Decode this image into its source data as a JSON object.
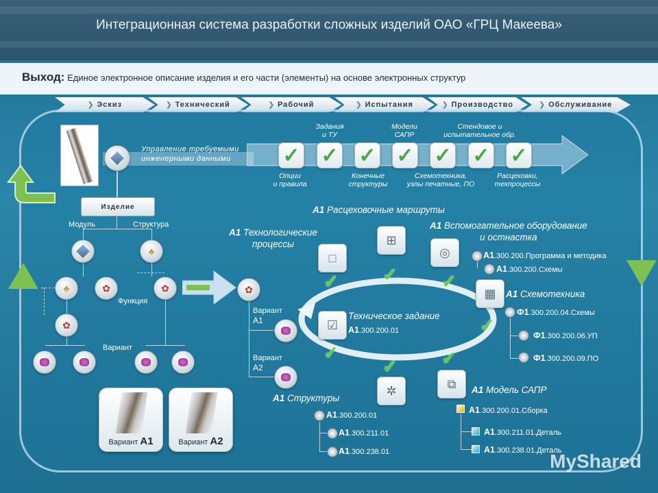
{
  "title": "Интеграционная система разработки сложных изделий ОАО «ГРЦ Макеева»",
  "output": {
    "label": "Выход:",
    "text": "Единое электронное описание изделия и его части (элементы) на основе электронных структур"
  },
  "stages": [
    "Эскиз",
    "Технический",
    "Рабочий",
    "Испытания",
    "Производство",
    "Обслуживание"
  ],
  "requirements": {
    "label_line1": "Управление требуемыми",
    "label_line2": "инженерными данными",
    "top_labels": [
      "Задания\nи ТУ",
      "Модели\nСАПР",
      "Стендовое и\nиспытательное обр."
    ],
    "bottom_labels": [
      "Опции\nи правила",
      "Конечные\nструктуры",
      "Схемотехника,\nузлы печатные, ПО",
      "Расцеховки,\nтехпроцессы"
    ],
    "check_mark": "✓"
  },
  "tree": {
    "root": "Изделие",
    "module": "Модуль",
    "structure": "Структура",
    "function": "Функция",
    "variant": "Вариант"
  },
  "variant_cards": [
    {
      "prefix": "Вариант",
      "code": "А1"
    },
    {
      "prefix": "Вариант",
      "code": "А2"
    }
  ],
  "center": {
    "variant_a1_line1": "Вариант",
    "variant_a1_line2": "А1",
    "variant_a2_line1": "Вариант",
    "variant_a2_line2": "А2"
  },
  "cycle": {
    "routes": {
      "code": "А1",
      "text": "Расцеховочные маршруты"
    },
    "tech_processes": {
      "code": "А1",
      "line1": "Технологические",
      "line2": "процессы"
    },
    "aux": {
      "code": "А1",
      "line1": "Вспомогательное оборудование",
      "line2": "и остнастка"
    },
    "tech_task": {
      "text": "Техническое задание",
      "code": "А1",
      "number": ".300.200.01"
    },
    "circuit": {
      "code": "А1",
      "text": "Схемотехника"
    },
    "cad_model": {
      "code": "А1",
      "text": "Модель САПР"
    },
    "structures": {
      "code": "А1",
      "text": "Структуры"
    }
  },
  "aux_items": [
    {
      "code": "А1",
      "text": ".300.200.Программа и методика"
    },
    {
      "code": "А1",
      "text": ".300.200.Схемы"
    }
  ],
  "circuit_items": [
    {
      "code": "Ф1",
      "text": ".300.200.04.Схемы"
    },
    {
      "code": "Ф1",
      "text": ".300.200.06.УП"
    },
    {
      "code": "Ф1",
      "text": ".300.200.09.ПО"
    }
  ],
  "cad_items": [
    {
      "code": "А1",
      "text": ".300.200.01.Сборка"
    },
    {
      "code": "А1",
      "text": ".300.211.01.Деталь"
    },
    {
      "code": "А1",
      "text": ".300.238.01.Деталь"
    }
  ],
  "structure_items": [
    {
      "code": "А1",
      "text": ".300.200.01"
    },
    {
      "code": "А1",
      "text": ".300.211.01"
    },
    {
      "code": "А1",
      "text": ".300.238.01"
    }
  ],
  "watermark": "MyShared",
  "colors": {
    "accent_green": "#5fcf3c",
    "header": "#2e556e",
    "panel_border": "#d2ebfa"
  }
}
